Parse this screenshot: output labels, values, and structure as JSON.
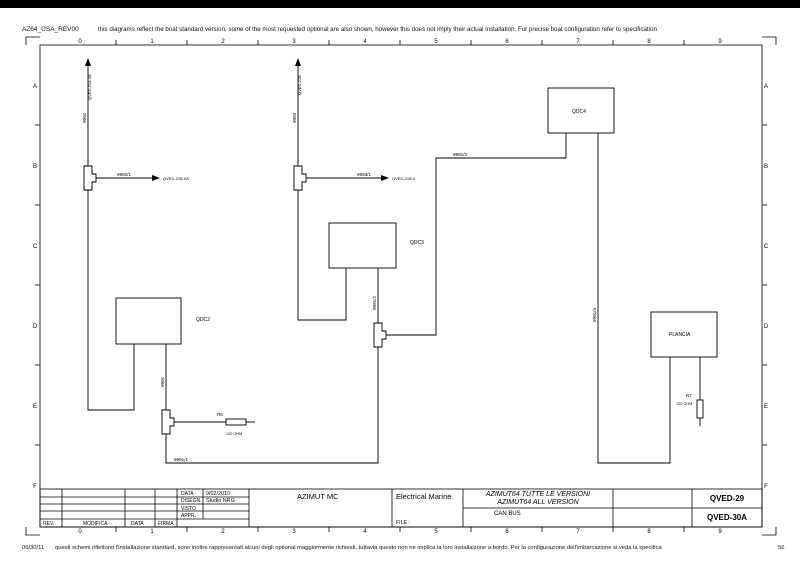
{
  "header": {
    "ref": "AZ64_USA_REV00",
    "note": "this diagrams reflect the boat standard version, some of the most requested optional are also shown, however this does not imply their actual installation. For precise boat configuration refer to specification"
  },
  "footer": {
    "date": "06/30/11",
    "note": "questi schemi riflettono l'installazione standard, sono inoltre rappresentati alcuni degli optional maggiormente richiesti, tuttavia questo non ne implica la loro installaizone a bordo. Per la configurazione dell'imbarcazione si veda la specifica",
    "page": "56"
  },
  "grid": {
    "columns": [
      "0",
      "1",
      "2",
      "3",
      "4",
      "5",
      "6",
      "7",
      "8",
      "9"
    ],
    "rows": [
      "A",
      "B",
      "C",
      "D",
      "E",
      "F"
    ]
  },
  "components": {
    "qdc2": "QDC2",
    "qdc3": "QDC3",
    "qdc4": "QDC4",
    "plancia": "PLANCIA",
    "r6": "R6",
    "r6_value": "120 OHM",
    "r7": "R7",
    "r7_value": "120 OHM"
  },
  "wires": {
    "w9992": "9992",
    "w9992_1": "9992/1",
    "w9993": "9993",
    "w9993_1": "9993/1",
    "w9991": "9991",
    "w9991_1": "9991/1",
    "w9991_2": "9991/2",
    "w9991_3": "9991/3",
    "w9991_4": "9991/4"
  },
  "connectors": {
    "qved_21a_top": "QVED-21A.1B",
    "qved_21b_top": "QVED-21B",
    "qved_21b_0a": "QVED-21B.0A",
    "qved_21b_0": "QVED-21B.0"
  },
  "title_block": {
    "data_label": "DATA",
    "data_value": "9/02/2010",
    "disegn_label": "DISEGN.",
    "disegn_value": "Studio NRG",
    "visto_label": "VISTO",
    "appr_label": "APPR.",
    "rev_label": "REV.",
    "modifica_label": "MODIFICA",
    "data_col_label": "DATA",
    "firma_label": "FIRMA",
    "company": "AZIMUT MC",
    "category": "Electrical Marine",
    "file_label": "FILE :",
    "title_line1": "AZIMUT64 TUTTE LE VERSIONI",
    "title_line2": "AZIMUT64 ALL VERSION",
    "subtitle": "CAN BUS",
    "code1": "QVED-29",
    "code2": "QVED-30A"
  }
}
